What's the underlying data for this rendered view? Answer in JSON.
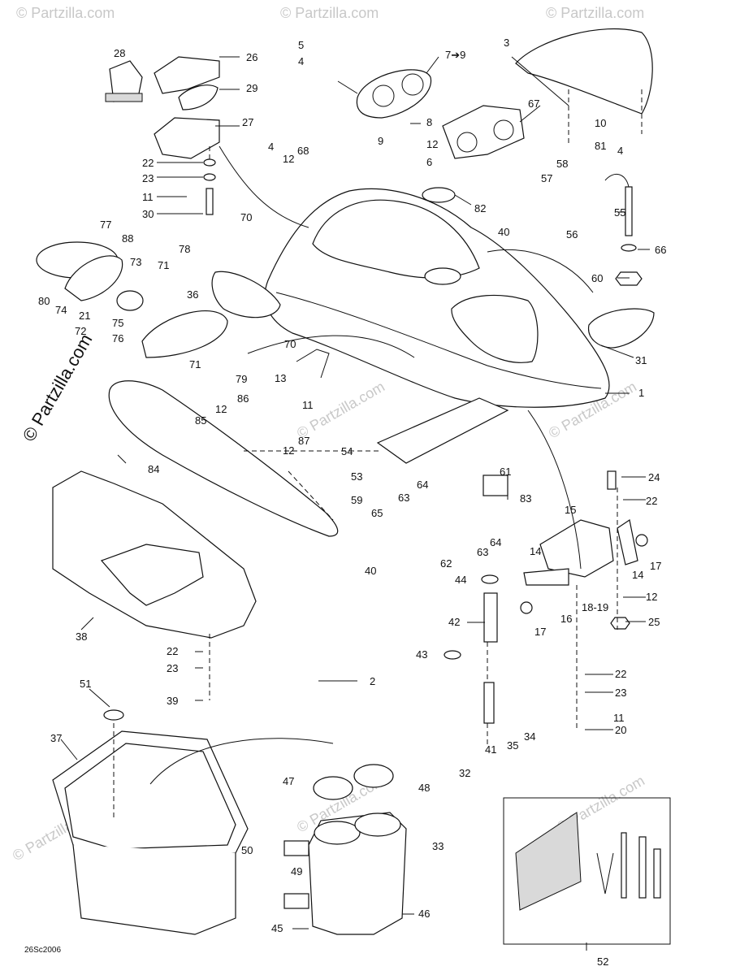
{
  "diagram": {
    "drawing_code": "26Sc2006",
    "watermark_text": "© Partzilla.com",
    "callouts": [
      {
        "id": "c1",
        "text": "1"
      },
      {
        "id": "c2",
        "text": "2"
      },
      {
        "id": "c3",
        "text": "3"
      },
      {
        "id": "c4a",
        "text": "4"
      },
      {
        "id": "c4b",
        "text": "4"
      },
      {
        "id": "c4c",
        "text": "4"
      },
      {
        "id": "c5",
        "text": "5"
      },
      {
        "id": "c6",
        "text": "6"
      },
      {
        "id": "c7",
        "text": "7➔9"
      },
      {
        "id": "c8",
        "text": "8"
      },
      {
        "id": "c9",
        "text": "9"
      },
      {
        "id": "c10",
        "text": "10"
      },
      {
        "id": "c11a",
        "text": "11"
      },
      {
        "id": "c11b",
        "text": "11"
      },
      {
        "id": "c11c",
        "text": "11"
      },
      {
        "id": "c12a",
        "text": "12"
      },
      {
        "id": "c12b",
        "text": "12"
      },
      {
        "id": "c12c",
        "text": "12"
      },
      {
        "id": "c12d",
        "text": "12"
      },
      {
        "id": "c12e",
        "text": "12"
      },
      {
        "id": "c13",
        "text": "13"
      },
      {
        "id": "c14a",
        "text": "14"
      },
      {
        "id": "c14b",
        "text": "14"
      },
      {
        "id": "c15",
        "text": "15"
      },
      {
        "id": "c16",
        "text": "16"
      },
      {
        "id": "c17a",
        "text": "17"
      },
      {
        "id": "c17b",
        "text": "17"
      },
      {
        "id": "c18",
        "text": "18-19"
      },
      {
        "id": "c20",
        "text": "20"
      },
      {
        "id": "c21",
        "text": "21"
      },
      {
        "id": "c22a",
        "text": "22"
      },
      {
        "id": "c22b",
        "text": "22"
      },
      {
        "id": "c22c",
        "text": "22"
      },
      {
        "id": "c22d",
        "text": "22"
      },
      {
        "id": "c23a",
        "text": "23"
      },
      {
        "id": "c23b",
        "text": "23"
      },
      {
        "id": "c23c",
        "text": "23"
      },
      {
        "id": "c24",
        "text": "24"
      },
      {
        "id": "c25",
        "text": "25"
      },
      {
        "id": "c26",
        "text": "26"
      },
      {
        "id": "c27",
        "text": "27"
      },
      {
        "id": "c28",
        "text": "28"
      },
      {
        "id": "c29",
        "text": "29"
      },
      {
        "id": "c30",
        "text": "30"
      },
      {
        "id": "c31",
        "text": "31"
      },
      {
        "id": "c32",
        "text": "32"
      },
      {
        "id": "c33",
        "text": "33"
      },
      {
        "id": "c34",
        "text": "34"
      },
      {
        "id": "c35",
        "text": "35"
      },
      {
        "id": "c36",
        "text": "36"
      },
      {
        "id": "c37",
        "text": "37"
      },
      {
        "id": "c38",
        "text": "38"
      },
      {
        "id": "c39",
        "text": "39"
      },
      {
        "id": "c40a",
        "text": "40"
      },
      {
        "id": "c40b",
        "text": "40"
      },
      {
        "id": "c41",
        "text": "41"
      },
      {
        "id": "c42",
        "text": "42"
      },
      {
        "id": "c43",
        "text": "43"
      },
      {
        "id": "c44",
        "text": "44"
      },
      {
        "id": "c45",
        "text": "45"
      },
      {
        "id": "c46",
        "text": "46"
      },
      {
        "id": "c47",
        "text": "47"
      },
      {
        "id": "c48",
        "text": "48"
      },
      {
        "id": "c49",
        "text": "49"
      },
      {
        "id": "c50",
        "text": "50"
      },
      {
        "id": "c51",
        "text": "51"
      },
      {
        "id": "c52",
        "text": "52"
      },
      {
        "id": "c53",
        "text": "53"
      },
      {
        "id": "c54",
        "text": "54"
      },
      {
        "id": "c55",
        "text": "55"
      },
      {
        "id": "c56",
        "text": "56"
      },
      {
        "id": "c57",
        "text": "57"
      },
      {
        "id": "c58",
        "text": "58"
      },
      {
        "id": "c59",
        "text": "59"
      },
      {
        "id": "c60",
        "text": "60"
      },
      {
        "id": "c61",
        "text": "61"
      },
      {
        "id": "c62",
        "text": "62"
      },
      {
        "id": "c63a",
        "text": "63"
      },
      {
        "id": "c63b",
        "text": "63"
      },
      {
        "id": "c64a",
        "text": "64"
      },
      {
        "id": "c64b",
        "text": "64"
      },
      {
        "id": "c65",
        "text": "65"
      },
      {
        "id": "c66",
        "text": "66"
      },
      {
        "id": "c67",
        "text": "67"
      },
      {
        "id": "c68",
        "text": "68"
      },
      {
        "id": "c70a",
        "text": "70"
      },
      {
        "id": "c70b",
        "text": "70"
      },
      {
        "id": "c71a",
        "text": "71"
      },
      {
        "id": "c71b",
        "text": "71"
      },
      {
        "id": "c72",
        "text": "72"
      },
      {
        "id": "c73",
        "text": "73"
      },
      {
        "id": "c74",
        "text": "74"
      },
      {
        "id": "c75",
        "text": "75"
      },
      {
        "id": "c76",
        "text": "76"
      },
      {
        "id": "c77",
        "text": "77"
      },
      {
        "id": "c78",
        "text": "78"
      },
      {
        "id": "c79",
        "text": "79"
      },
      {
        "id": "c80",
        "text": "80"
      },
      {
        "id": "c81",
        "text": "81"
      },
      {
        "id": "c82",
        "text": "82"
      },
      {
        "id": "c83",
        "text": "83"
      },
      {
        "id": "c84",
        "text": "84"
      },
      {
        "id": "c85",
        "text": "85"
      },
      {
        "id": "c86",
        "text": "86"
      },
      {
        "id": "c87",
        "text": "87"
      },
      {
        "id": "c88",
        "text": "88"
      }
    ]
  }
}
